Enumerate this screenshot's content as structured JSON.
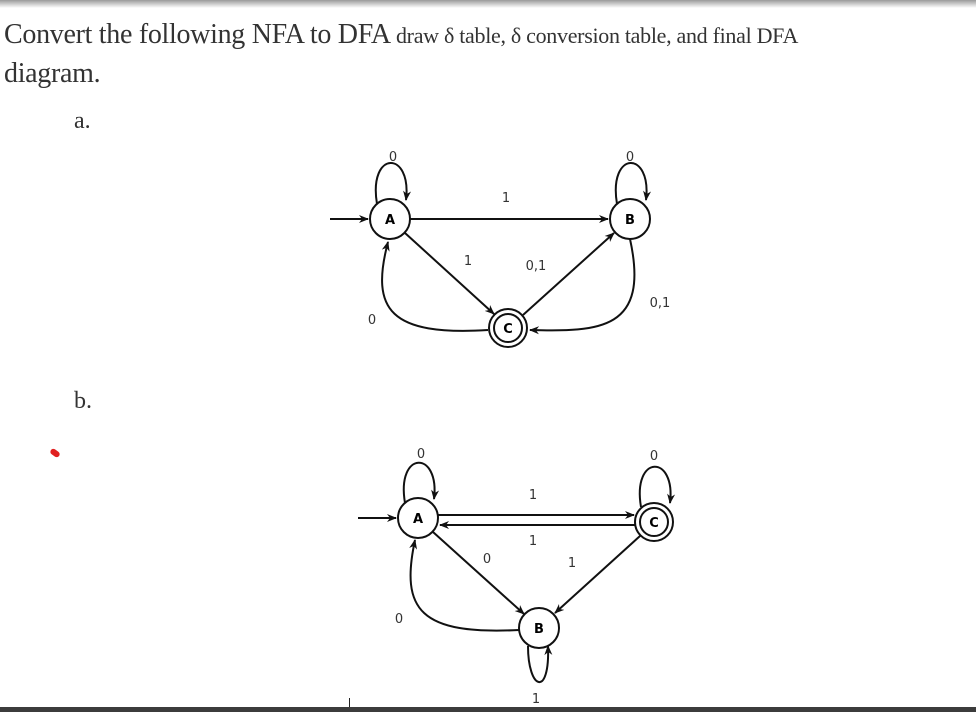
{
  "question": {
    "main": "Convert the following NFA to DFA",
    "small": "draw δ table, δ conversion table, and final DFA",
    "line2": "diagram."
  },
  "parts": [
    {
      "label": "a.",
      "start_state": "A",
      "states": [
        "A",
        "B",
        "C"
      ],
      "accepting": [
        "C"
      ],
      "transitions": [
        {
          "from": "A",
          "to": "A",
          "label": "0"
        },
        {
          "from": "A",
          "to": "B",
          "label": "1"
        },
        {
          "from": "A",
          "to": "C",
          "label": "1"
        },
        {
          "from": "C",
          "to": "B",
          "label": "0,1"
        },
        {
          "from": "B",
          "to": "B",
          "label": "0"
        },
        {
          "from": "B",
          "to": "C",
          "label": "0,1"
        },
        {
          "from": "C",
          "to": "A",
          "label": "0"
        }
      ]
    },
    {
      "label": "b.",
      "start_state": "A",
      "states": [
        "A",
        "B",
        "C"
      ],
      "accepting": [
        "C"
      ],
      "transitions": [
        {
          "from": "A",
          "to": "A",
          "label": "0"
        },
        {
          "from": "A",
          "to": "C",
          "label": "1"
        },
        {
          "from": "C",
          "to": "A",
          "label": "1"
        },
        {
          "from": "A",
          "to": "B",
          "label": "0"
        },
        {
          "from": "C",
          "to": "B",
          "label": "1"
        },
        {
          "from": "C",
          "to": "C",
          "label": "0"
        },
        {
          "from": "B",
          "to": "A",
          "label": "0"
        },
        {
          "from": "B",
          "to": "B",
          "label": "1"
        }
      ]
    }
  ],
  "colors": {
    "text": "#333333",
    "stroke": "#111111",
    "annotation_mark": "#e02020",
    "bottom_bar": "#3c3c3c"
  }
}
